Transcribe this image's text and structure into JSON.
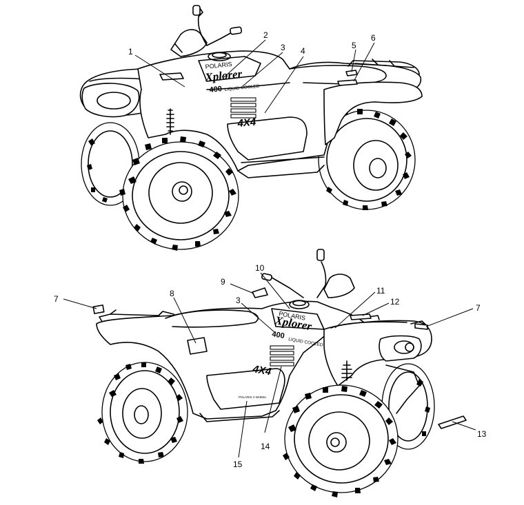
{
  "callouts": [
    {
      "id": "c1",
      "label": "1"
    },
    {
      "id": "c2",
      "label": "2"
    },
    {
      "id": "c3a",
      "label": "3"
    },
    {
      "id": "c4",
      "label": "4"
    },
    {
      "id": "c5",
      "label": "5"
    },
    {
      "id": "c6",
      "label": "6"
    },
    {
      "id": "c7a",
      "label": "7"
    },
    {
      "id": "c7b",
      "label": "7"
    },
    {
      "id": "c8",
      "label": "8"
    },
    {
      "id": "c9",
      "label": "9"
    },
    {
      "id": "c10",
      "label": "10"
    },
    {
      "id": "c3b",
      "label": "3"
    },
    {
      "id": "c11",
      "label": "11"
    },
    {
      "id": "c12",
      "label": "12"
    },
    {
      "id": "c13",
      "label": "13"
    },
    {
      "id": "c14",
      "label": "14"
    },
    {
      "id": "c15",
      "label": "15"
    }
  ],
  "decals": {
    "brand": "POLARIS",
    "model_script": "Xplorer",
    "displacement": "400",
    "cooling": "LIQUID COOLED",
    "drive": "4X4",
    "small_text": "POLARIS 4 WHEEL"
  }
}
